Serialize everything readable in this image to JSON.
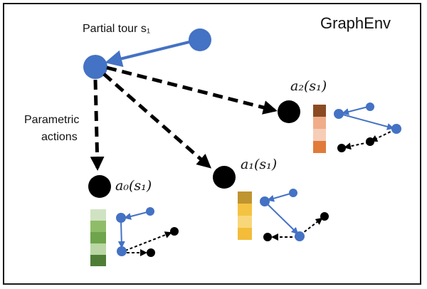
{
  "diagram": {
    "title": "GraphEnv",
    "partial_tour_label": "Partial tour s₁",
    "parametric_actions_line1": "Parametric",
    "parametric_actions_line2": "actions",
    "action_labels": {
      "a0": "a₀(s₁)",
      "a1": "a₁(s₁)",
      "a2": "a₂(s₁)"
    }
  },
  "colors": {
    "node_blue": "#4472c4",
    "action_black": "#000000",
    "a0_palette": [
      "#cfe3c2",
      "#8fbc69",
      "#6ea44b",
      "#b9d6a4",
      "#4f7d35"
    ],
    "a1_palette": [
      "#bf9530",
      "#f5c342",
      "#f8d77a",
      "#f3bd3a"
    ],
    "a2_palette": [
      "#8a4b22",
      "#f0ad8a",
      "#f6cdb7",
      "#e07b3a"
    ]
  },
  "icons": {
    "tour_node": "blue-circle",
    "action_node": "black-circle",
    "feature_vector": "stacked-color-squares",
    "mini_graph": "graph-sketch-icon"
  }
}
